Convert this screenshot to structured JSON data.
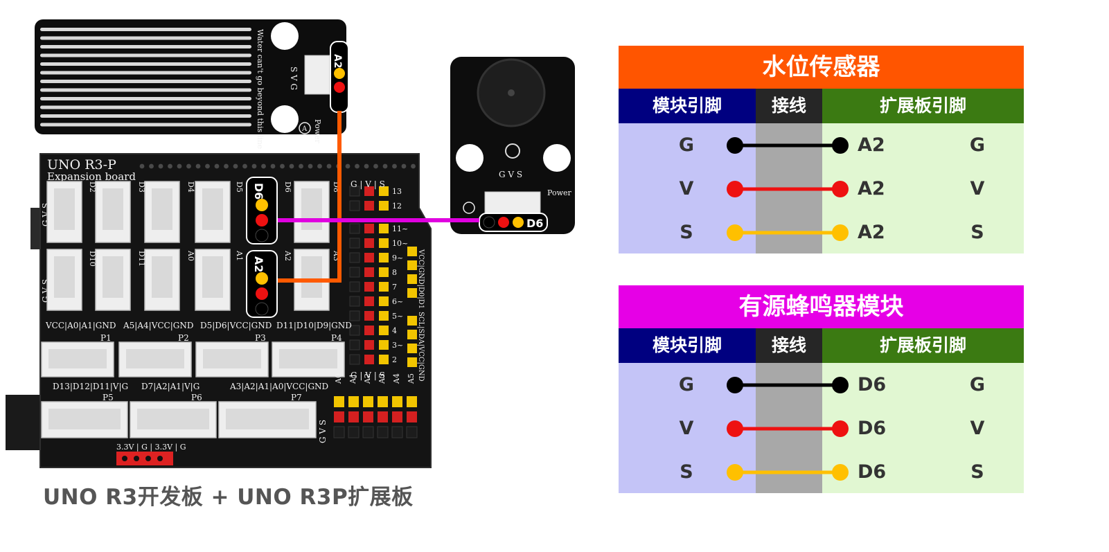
{
  "water_sensor": {
    "text_side": "Water can't go beyond this line",
    "pins": "S V G",
    "power": "Power",
    "tag": "A2",
    "letter": "A"
  },
  "buzzer": {
    "pins": "G V S",
    "power": "Power",
    "tag": "D6"
  },
  "board": {
    "title": "UNO R3-P",
    "subtitle": "Expansion board",
    "d_labels": [
      "D2",
      "D3",
      "D4",
      "D5",
      "D6",
      "D8"
    ],
    "lower_labels": [
      "D10",
      "D11",
      "A0",
      "A1",
      "A2",
      "A3"
    ],
    "gvs": "G V S",
    "gvs_header": "G | V | S",
    "pin_numbers": [
      "13",
      "12",
      "11~",
      "10~",
      "9~",
      "8",
      "7",
      "6~",
      "5~",
      "4",
      "3~",
      "2"
    ],
    "vcc_gnd_d0_d1": "VCC|GND|D0|D1",
    "scl_sda": "SCL|SDA|VCC|GND",
    "port_labels": [
      "VCC|A0|A1|GND",
      "A5|A4|VCC|GND",
      "D5|D6|VCC|GND",
      "D11|D10|D9|GND"
    ],
    "ports": [
      "P1",
      "P2",
      "P3",
      "P4"
    ],
    "port_labels2": [
      "D13|D12|D11|V|G",
      "D7|A2|A1|V|G",
      "A3|A2|A1|A0|VCC|GND"
    ],
    "ports2": [
      "P5",
      "P6",
      "P7"
    ],
    "analog": [
      "A0",
      "A1",
      "A2",
      "A3",
      "A4",
      "A5"
    ],
    "power_row": "3.3V | G | 3.3V | G",
    "tag_d6": "D6",
    "tag_a2": "A2"
  },
  "caption": "UNO R3开发板 + UNO R3P扩展板",
  "tables": [
    {
      "title": "水位传感器",
      "title_color": "#ff5500",
      "headers": [
        "模块引脚",
        "接线",
        "扩展板引脚"
      ],
      "rows": [
        {
          "module": "G",
          "board": "A2",
          "extra": "G",
          "wire_color": "#000000"
        },
        {
          "module": "V",
          "board": "A2",
          "extra": "V",
          "wire_color": "#ee1111"
        },
        {
          "module": "S",
          "board": "A2",
          "extra": "S",
          "wire_color": "#ffc000"
        }
      ]
    },
    {
      "title": "有源蜂鸣器模块",
      "title_color": "#e600e6",
      "headers": [
        "模块引脚",
        "接线",
        "扩展板引脚"
      ],
      "rows": [
        {
          "module": "G",
          "board": "D6",
          "extra": "G",
          "wire_color": "#000000"
        },
        {
          "module": "V",
          "board": "D6",
          "extra": "V",
          "wire_color": "#ee1111"
        },
        {
          "module": "S",
          "board": "D6",
          "extra": "S",
          "wire_color": "#ffc000"
        }
      ]
    }
  ],
  "colors": {
    "header_left": "#000080",
    "header_mid": "#262626",
    "header_right": "#3b7a12",
    "wire_orange": "#ff5a00",
    "wire_magenta": "#e000e0"
  }
}
